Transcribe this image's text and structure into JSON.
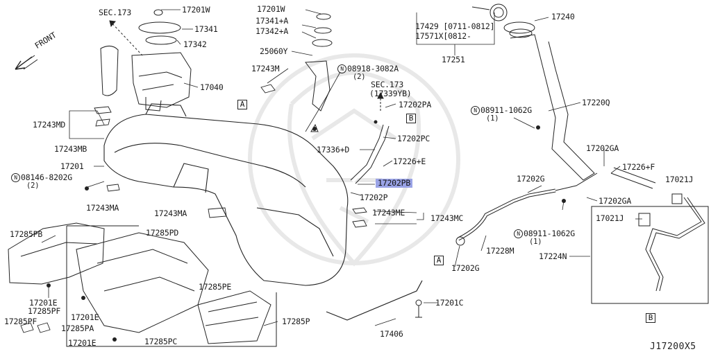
{
  "diagram_code": "J17200X5",
  "front_label": "FRONT",
  "view_refs": [
    "A",
    "B"
  ],
  "labels": {
    "sec173_top": "SEC.173",
    "p17201W_a": "17201W",
    "p17341": "17341",
    "p17342": "17342",
    "p17040": "17040",
    "p17243M": "17243M",
    "p17243MD": "17243MD",
    "p17243MB": "17243MB",
    "p17201": "17201",
    "n08146_8202G": "08146-8202G",
    "n08146_qty": "(2)",
    "p17243MA_a": "17243MA",
    "p17243MA_b": "17243MA",
    "p17285PB": "17285PB",
    "p17285PD": "17285PD",
    "p17285PE": "17285PE",
    "p17285P": "17285P",
    "p17285PC": "17285PC",
    "p17285PA": "17285PA",
    "p17285PF_a": "17285PF",
    "p17285PF_b": "17285PF",
    "p17201E_a": "17201E",
    "p17201E_b": "17201E",
    "p17201E_c": "17201E",
    "p17201W_b": "17201W",
    "p17341A": "17341+A",
    "p17342A": "17342+A",
    "p25060Y": "25060Y",
    "n08918_3082A": "08918-3082A",
    "n08918_qty": "(2)",
    "sec173_mid": "SEC.173",
    "p17339YB": "(17339YB)",
    "p17202PA": "17202PA",
    "p17202PC": "17202PC",
    "p17336D": "17336+D",
    "p17226E": "17226+E",
    "p17202PB": "17202PB",
    "p17202P": "17202P",
    "p17243ME": "17243ME",
    "p17243MC": "17243MC",
    "p17406": "17406",
    "p17201C": "17201C",
    "p17429": "17429 [0711-0812]",
    "p17571X": "17571X[0812-",
    "p17251": "17251",
    "p17240": "17240",
    "p17220Q": "17220Q",
    "n08911_1062G_a": "08911-1062G",
    "n08911_qty_a": "(1)",
    "p17202GA_a": "17202GA",
    "p17226F": "17226+F",
    "p17202G_a": "17202G",
    "p17202GA_b": "17202GA",
    "p17021J_a": "17021J",
    "p17021J_b": "17021J",
    "n08911_1062G_b": "08911-1062G",
    "n08911_qty_b": "(1)",
    "p17228M": "17228M",
    "p17224N": "17224N",
    "p17202G_b": "17202G"
  }
}
